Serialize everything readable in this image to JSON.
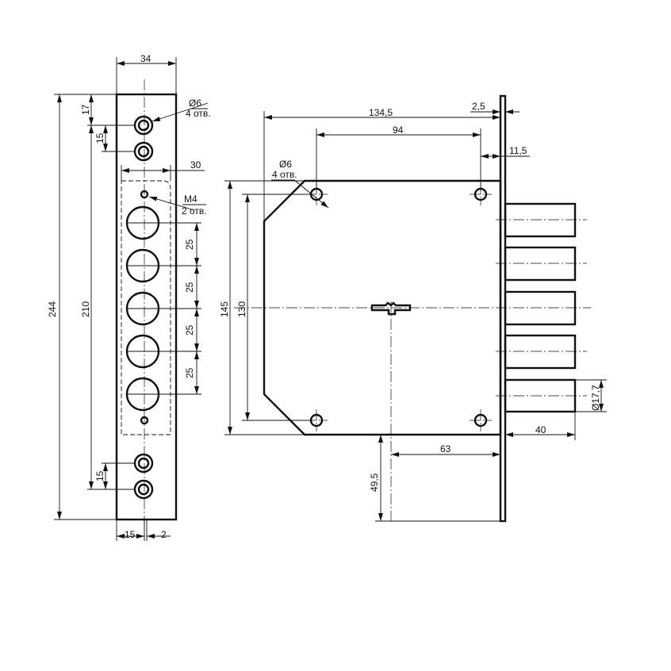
{
  "strike_plate": {
    "dims": {
      "width": "34",
      "total_height": "244",
      "hole_span": "210",
      "top_offset": "17",
      "hole_pitch_top": "15",
      "hole_pitch_bottom": "15",
      "pocket_width": "30",
      "bolt_pitch": [
        "25",
        "25",
        "25",
        "25"
      ],
      "offset_15": "15",
      "offset_2": "2"
    },
    "hole_note": {
      "size": "Ø6",
      "count": "4 отв."
    },
    "thread_note": {
      "size": "M4",
      "count": "2 отв."
    }
  },
  "lock_body": {
    "dims": {
      "overall_depth": "134,5",
      "hole_spacing": "94",
      "faceplate_thickness": "2,5",
      "hole_offset": "11,5",
      "body_height": "145",
      "hole_vertical": "130",
      "backset": "63",
      "key_offset": "49,5",
      "bolt_throw": "40",
      "bolt_diameter": "Ø17,7"
    },
    "hole_note": {
      "size": "Ø6",
      "count": "4 отв."
    }
  }
}
